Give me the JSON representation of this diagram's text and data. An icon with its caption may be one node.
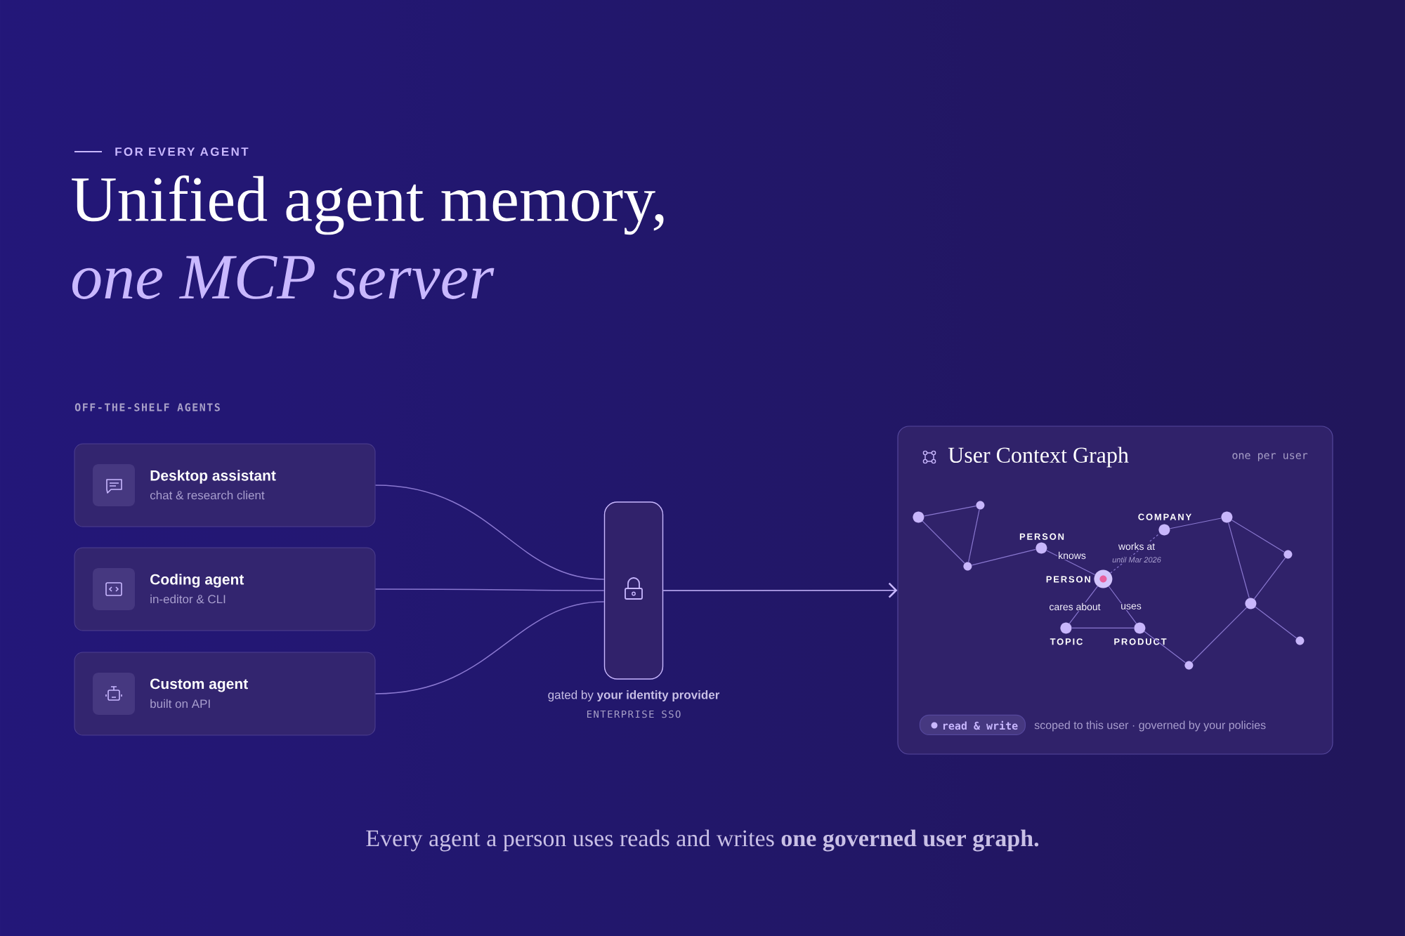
{
  "diagram": {
    "title": "Unified agent memory,",
    "caption": "Every agent a person uses reads and writes **one governed user graph.**",
    "nodes": [
      {
        "text": [
          "Desktop assistant",
          "chat & research client"
        ]
      },
      {
        "text": [
          "Coding agent",
          "in-editor & CLI"
        ]
      },
      {
        "text": [
          "Custom agent",
          "built on API"
        ]
      },
      {
        "text": [],
        "shape": "box",
        "beside": [
          "gated by **your identity provider**",
          "ENTERPRISE SSO"
        ]
      },
      {
        "text": [
          "User Context Graph",
          "one per user",
          "scoped to this user · governed by your policies"
        ]
      },
      {
        "text": [
          "read & write"
        ],
        "in": 4
      },
      {
        "text": [],
        "shape": "circle",
        "in": 4
      },
      {
        "text": [],
        "shape": "circle",
        "in": 4
      },
      {
        "text": [],
        "shape": "circle",
        "in": 4
      },
      {
        "text": [],
        "shape": "circle",
        "in": 4,
        "beside": [
          "PERSON"
        ]
      },
      {
        "text": [],
        "shape": "circle",
        "in": 4,
        "beside": [
          "PERSON"
        ]
      },
      {
        "text": [],
        "shape": "circle",
        "in": 4,
        "beside": [
          "COMPANY"
        ]
      },
      {
        "text": [],
        "shape": "circle",
        "in": 4
      },
      {
        "text": [],
        "shape": "circle",
        "in": 4
      },
      {
        "text": [],
        "shape": "circle",
        "in": 4
      },
      {
        "text": [],
        "shape": "circle",
        "in": 4
      },
      {
        "text": [],
        "shape": "circle",
        "in": 4
      },
      {
        "text": [],
        "shape": "circle",
        "in": 4,
        "beside": [
          "TOPIC"
        ]
      },
      {
        "text": [],
        "shape": "circle",
        "in": 4,
        "beside": [
          "PRODUCT"
        ]
      }
    ],
    "edges": [
      {
        "from": 0,
        "to": 3,
        "arrow": "none"
      },
      {
        "from": 1,
        "to": 3,
        "arrow": "none"
      },
      {
        "from": 2,
        "to": 3,
        "arrow": "none"
      },
      {
        "from": 3,
        "to": 4,
        "arrow": "to",
        "color": "#c9b8ff"
      },
      {
        "from": 6,
        "to": 7,
        "arrow": "none"
      },
      {
        "from": 6,
        "to": 8,
        "arrow": "none"
      },
      {
        "from": 7,
        "to": 8,
        "arrow": "none"
      },
      {
        "from": 8,
        "to": 9,
        "arrow": "none"
      },
      {
        "from": 9,
        "to": 10,
        "arrow": "none",
        "label": "knows"
      },
      {
        "from": 10,
        "to": 11,
        "arrow": "none",
        "label": "works at",
        "style": "dashed"
      },
      {
        "from": 11,
        "to": 12,
        "arrow": "none"
      },
      {
        "from": 12,
        "to": 13,
        "arrow": "none"
      },
      {
        "from": 12,
        "to": 14,
        "arrow": "none"
      },
      {
        "from": 13,
        "to": 14,
        "arrow": "none"
      },
      {
        "from": 14,
        "to": 15,
        "arrow": "none"
      },
      {
        "from": 14,
        "to": 16,
        "arrow": "none"
      },
      {
        "from": 16,
        "to": 18,
        "arrow": "none"
      },
      {
        "from": 10,
        "to": 17,
        "arrow": "none",
        "label": "cares about"
      },
      {
        "from": 10,
        "to": 18,
        "arrow": "none",
        "label": "uses"
      },
      {
        "from": 17,
        "to": 18,
        "arrow": "none"
      }
    ],
    "labels": [
      "FOR EVERY AGENT",
      "one MCP server",
      "OFF-THE-SHELF AGENTS",
      "until Mar 2026"
    ]
  }
}
